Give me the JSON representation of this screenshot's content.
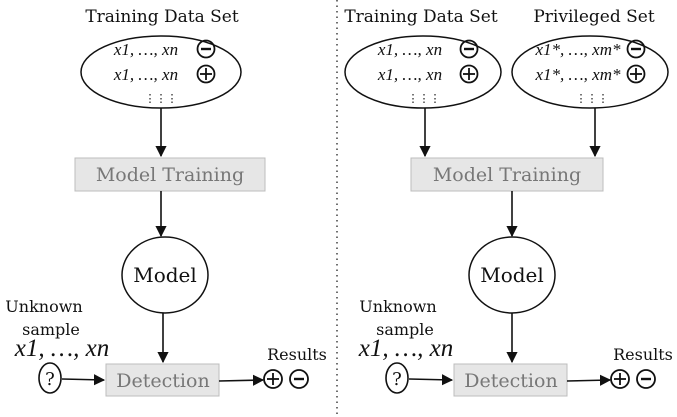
{
  "left": {
    "training_title": "Training Data Set",
    "set_line1": "x1, …, xn",
    "set_line2": "x1, …, xn",
    "dots": "⋮⋮⋮",
    "training_box": "Model Training",
    "model": "Model",
    "unknown_line1": "Unknown",
    "unknown_line2": "sample",
    "sample_expr": "x1, …, xn",
    "question": "?",
    "detection": "Detection",
    "results": "Results"
  },
  "right": {
    "training_title": "Training Data Set",
    "privileged_title": "Privileged Set",
    "set_line1": "x1, …, xn",
    "set_line2": "x1, …, xn",
    "priv_line1": "x1*, …, xm*",
    "priv_line2": "x1*, …, xm*",
    "dots": "⋮⋮⋮",
    "training_box": "Model Training",
    "model": "Model",
    "unknown_line1": "Unknown",
    "unknown_line2": "sample",
    "sample_expr": "x1, …, xn",
    "question": "?",
    "detection": "Detection",
    "results": "Results"
  },
  "colors": {
    "box_fill": "#e6e6e6",
    "box_stroke": "#bdbdbd",
    "box_text": "#777777",
    "ink": "#111111"
  }
}
